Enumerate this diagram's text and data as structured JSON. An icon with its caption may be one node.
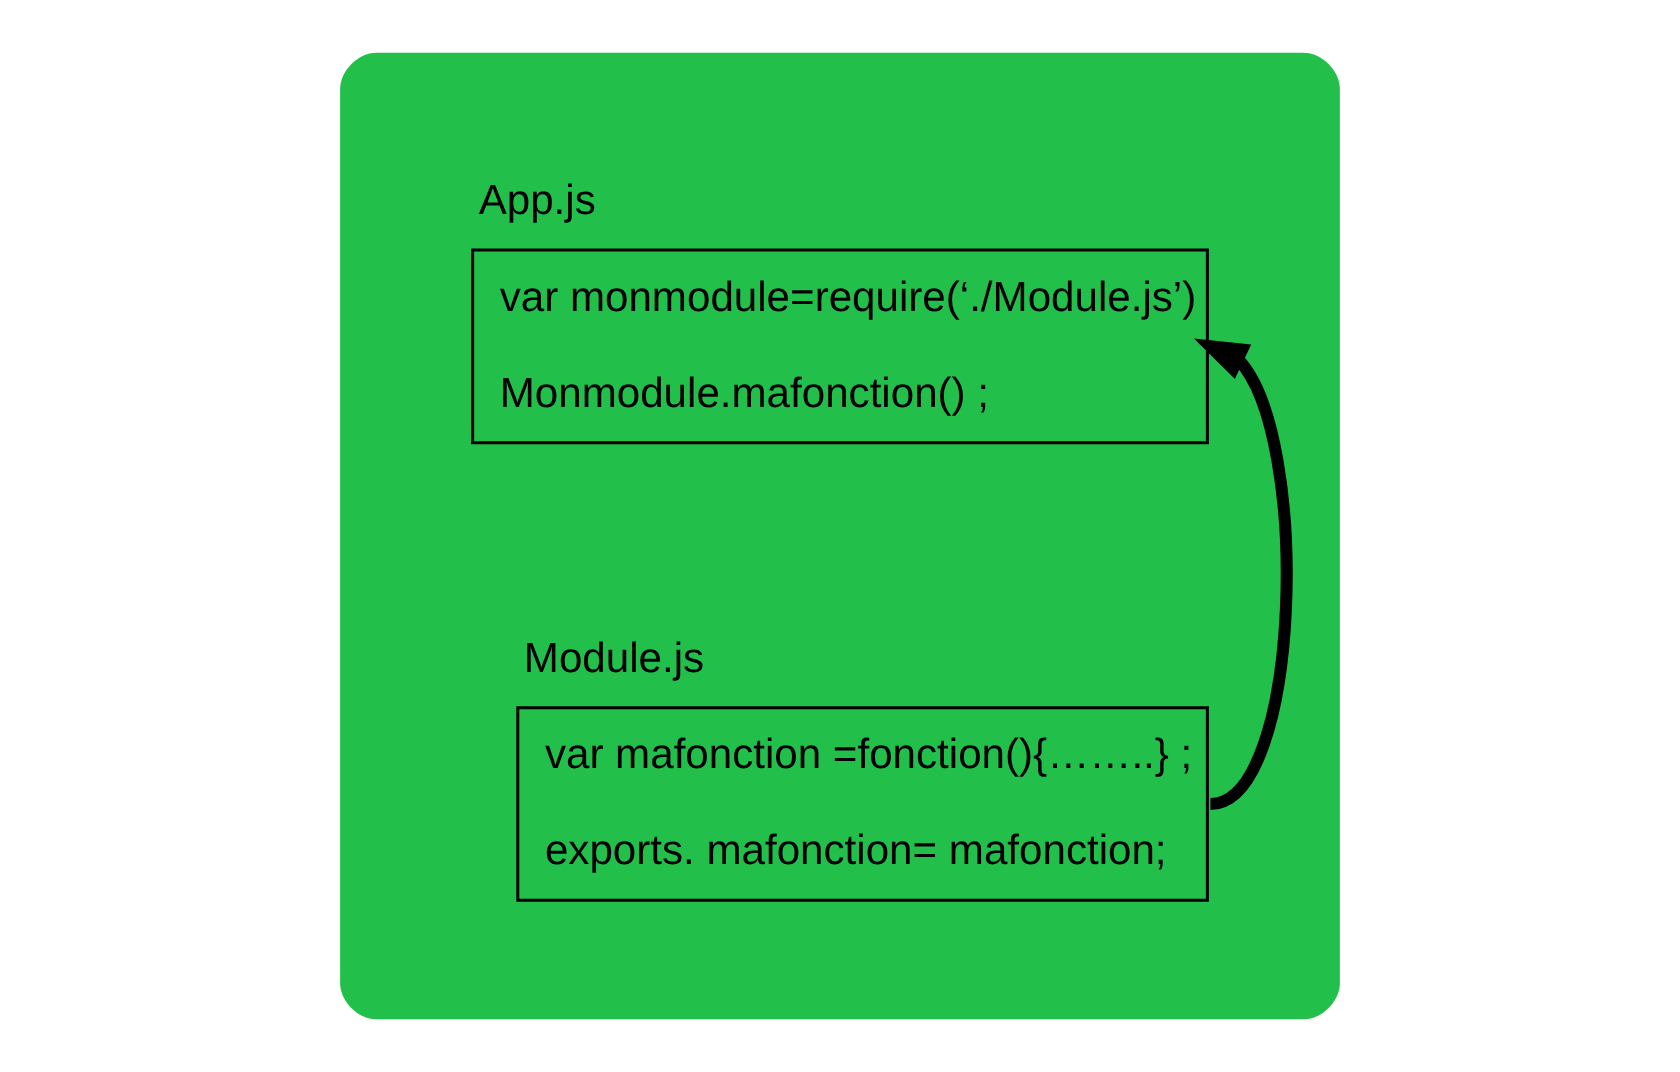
{
  "diagram": {
    "nodes": [
      {
        "text": [],
        "shape": "box"
      },
      {
        "text": [
          "App.js",
          "var monmodule=require(‘./Module.js’)",
          "Monmodule.mafonction() ;"
        ],
        "in": 0
      },
      {
        "text": [
          "Module.js",
          "var mafonction =fonction(){……..} ;",
          "exports. mafonction= mafonction;"
        ],
        "in": 0
      }
    ],
    "edges": [
      {
        "from": 2,
        "to": 1,
        "arrow": "to"
      }
    ]
  }
}
